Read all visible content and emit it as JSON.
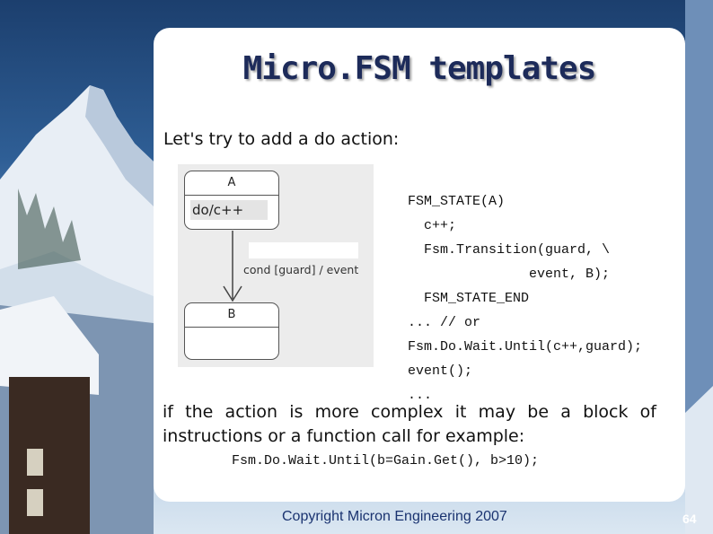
{
  "slide": {
    "title": "Micro.FSM templates",
    "intro": "Let's try to add a do action:",
    "diagram": {
      "state_a_name": "A",
      "state_a_do": "do/c++",
      "transition_label": "cond [guard] / event",
      "state_b_name": "B"
    },
    "code_lines": [
      "FSM_STATE(A)",
      "  c++;",
      "  Fsm.Transition(guard, \\",
      "               event, B);",
      "  FSM_STATE_END",
      "... // or",
      "Fsm.Do.Wait.Until(c++,guard);",
      "event();",
      "..."
    ],
    "paragraph": "if the action is more complex it may be a block of instructions or a function call for example:",
    "code_example": "Fsm.Do.Wait.Until(b=Gain.Get(), b>10);",
    "copyright": "Copyright Micron Engineering 2007",
    "page_number": "64"
  },
  "colors": {
    "title": "#1d2b5a",
    "copyright": "#1a3370",
    "card": "#ffffff"
  }
}
